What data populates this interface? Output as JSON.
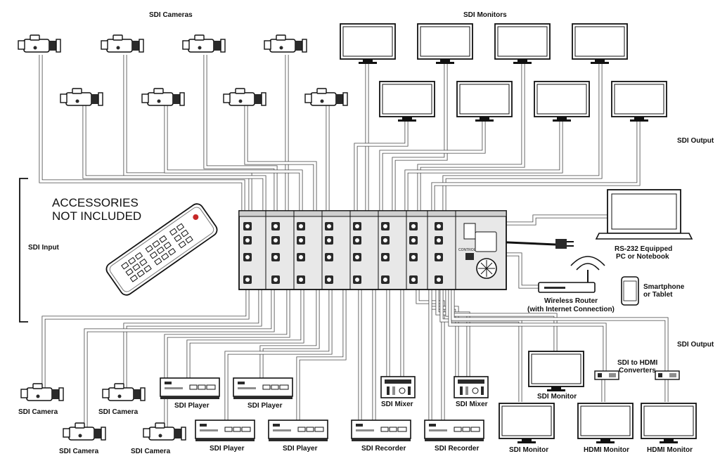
{
  "labels": {
    "sdi_cameras": "SDI Cameras",
    "sdi_monitors": "SDI Monitors",
    "sdi_output_top": "SDI Output",
    "sdi_input": "SDI Input",
    "sdi_output_bottom": "SDI Output",
    "accessories_line1": "ACCESSORIES",
    "accessories_line2": "NOT INCLUDED",
    "pc_line1": "RS-232 Equipped",
    "pc_line2": "PC or Notebook",
    "router_line1": "Wireless Router",
    "router_line2": "(with Internet Connection)",
    "phone_line1": "Smartphone",
    "phone_line2": "or Tablet",
    "converters_line1": "SDI to HDMI",
    "converters_line2": "Converters",
    "control_port": "CONTROL"
  },
  "bottom_devices": [
    {
      "id": "cam-a",
      "label": "SDI Camera"
    },
    {
      "id": "cam-b",
      "label": "SDI Camera"
    },
    {
      "id": "cam-c",
      "label": "SDI Camera"
    },
    {
      "id": "cam-d",
      "label": "SDI Camera"
    },
    {
      "id": "player-a",
      "label": "SDI Player"
    },
    {
      "id": "player-b",
      "label": "SDI Player"
    },
    {
      "id": "player-c",
      "label": "SDI Player"
    },
    {
      "id": "player-d",
      "label": "SDI Player"
    },
    {
      "id": "recorder-a",
      "label": "SDI Recorder"
    },
    {
      "id": "recorder-b",
      "label": "SDI Recorder"
    },
    {
      "id": "mixer-a",
      "label": "SDI Mixer"
    },
    {
      "id": "mixer-b",
      "label": "SDI Mixer"
    },
    {
      "id": "monitor-a",
      "label": "SDI Monitor"
    },
    {
      "id": "monitor-b",
      "label": "SDI Monitor"
    },
    {
      "id": "hdmi-monitor-a",
      "label": "HDMI Monitor"
    },
    {
      "id": "hdmi-monitor-b",
      "label": "HDMI Monitor"
    }
  ]
}
